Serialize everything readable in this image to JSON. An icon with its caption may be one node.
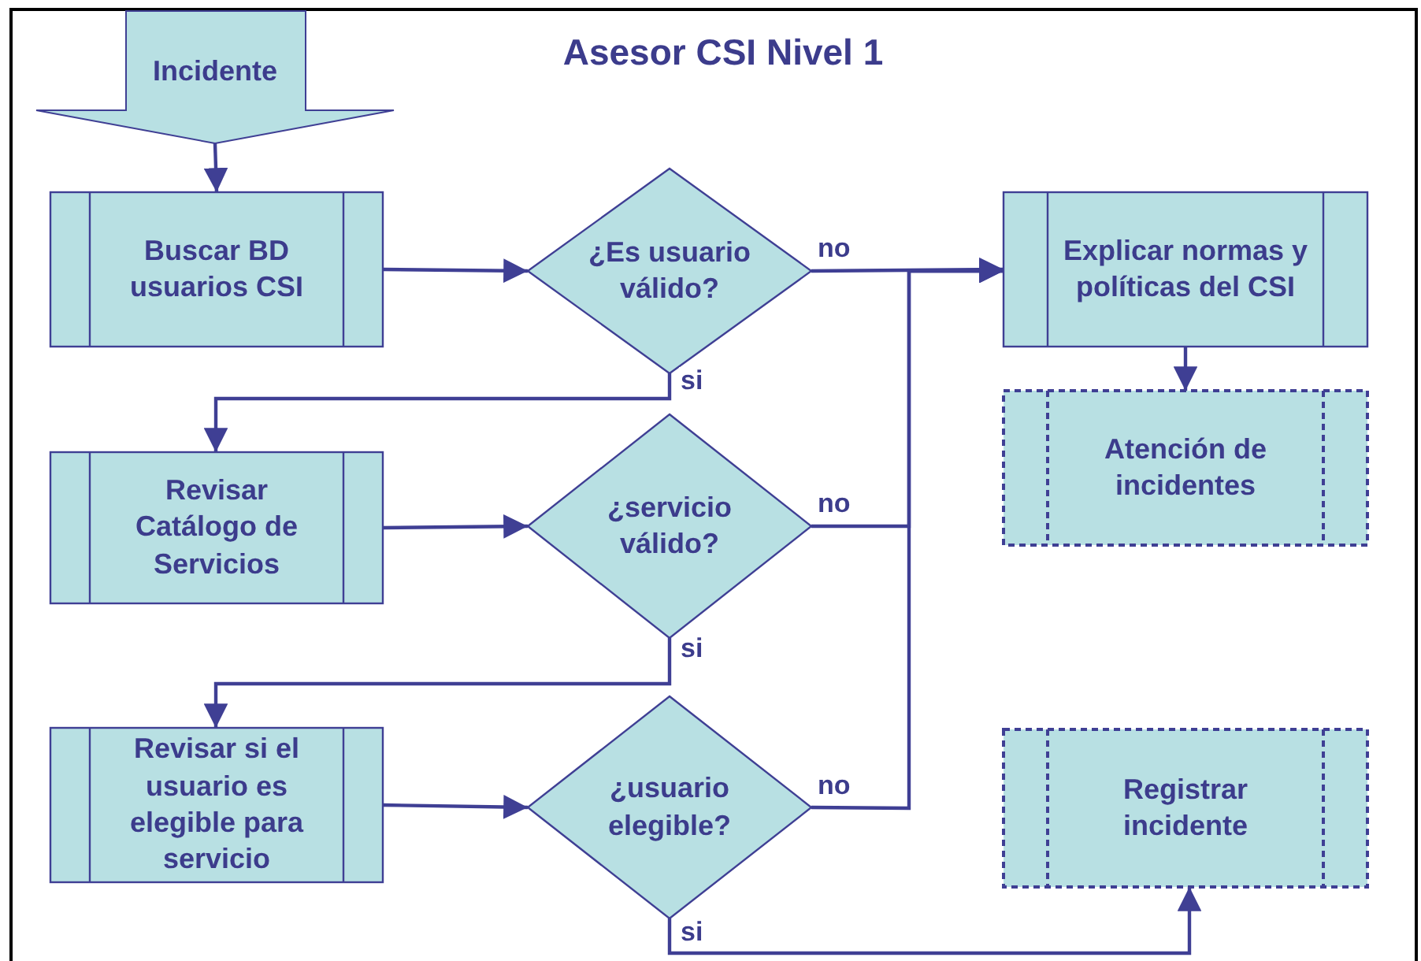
{
  "diagram": {
    "title": "Asesor CSI Nivel 1",
    "nodes": [
      {
        "text": [
          "Incidente"
        ]
      },
      {
        "text": [
          "Buscar BD usuarios CSI"
        ]
      },
      {
        "text": [
          "¿Es usuario válido?"
        ]
      },
      {
        "text": [
          "Explicar normas y políticas del CSI"
        ]
      },
      {
        "text": [
          "Atención de incidentes"
        ]
      },
      {
        "text": [
          "Revisar Catálogo de Servicios"
        ]
      },
      {
        "text": [
          "¿servicio válido?"
        ]
      },
      {
        "text": [
          "Revisar si el usuario es elegible para servicio"
        ]
      },
      {
        "text": [
          "¿usuario elegible?"
        ]
      },
      {
        "text": [
          "Registrar incidente"
        ]
      }
    ],
    "edges": [
      {
        "from": 0,
        "to": 1,
        "arrow": "to"
      },
      {
        "from": 1,
        "to": 2,
        "arrow": "to"
      },
      {
        "from": 2,
        "to": 3,
        "arrow": "to",
        "label": "no"
      },
      {
        "from": 2,
        "to": 5,
        "arrow": "to",
        "label": "si"
      },
      {
        "from": 5,
        "to": 6,
        "arrow": "to"
      },
      {
        "from": 6,
        "to": 3,
        "arrow": "to",
        "label": "no"
      },
      {
        "from": 6,
        "to": 7,
        "arrow": "to",
        "label": "si"
      },
      {
        "from": 7,
        "to": 8,
        "arrow": "to"
      },
      {
        "from": 8,
        "to": 3,
        "arrow": "to",
        "label": "no"
      },
      {
        "from": 8,
        "to": 9,
        "arrow": "to",
        "label": "si"
      },
      {
        "from": 3,
        "to": 4,
        "arrow": "to"
      }
    ]
  }
}
